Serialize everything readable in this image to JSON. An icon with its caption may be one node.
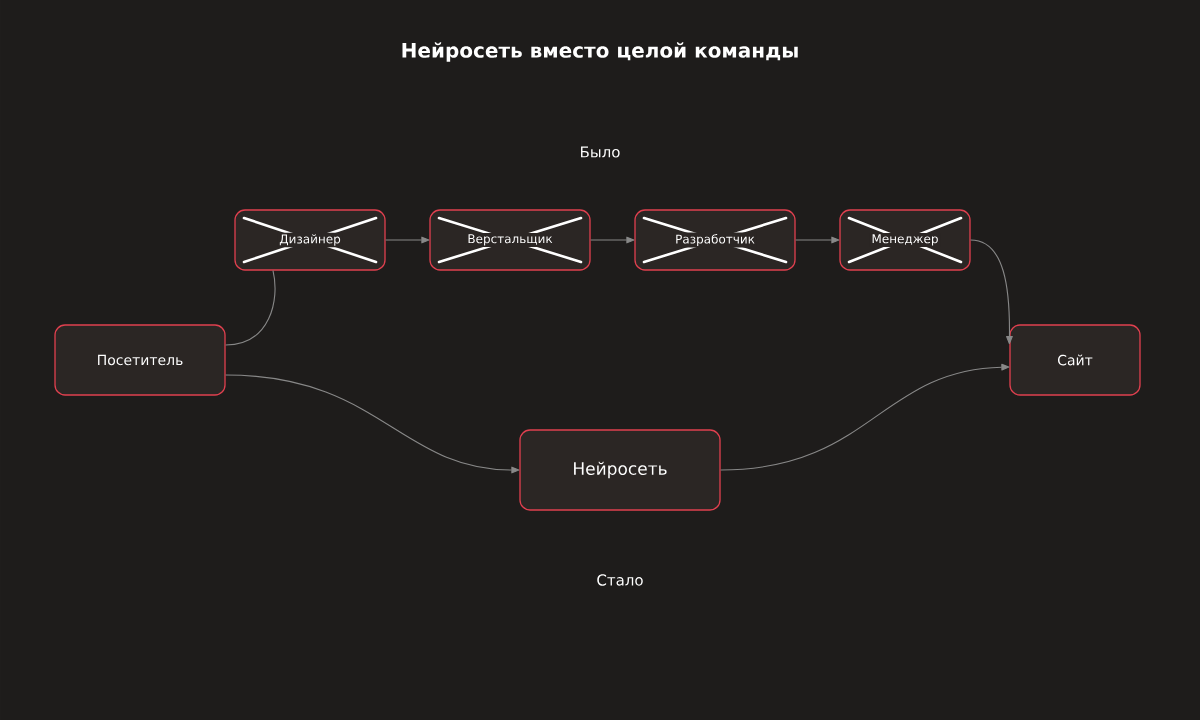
{
  "diagram": {
    "title": "Нейросеть вместо целой команды",
    "nodes": [
      {
        "text": [
          "Посетитель"
        ]
      },
      {
        "text": [
          "Дизайнер"
        ]
      },
      {
        "text": [
          "Верстальщик"
        ]
      },
      {
        "text": [
          "Разработчик"
        ]
      },
      {
        "text": [
          "Менеджер"
        ]
      },
      {
        "text": [
          "Сайт"
        ]
      },
      {
        "text": [
          "Нейросеть"
        ]
      }
    ],
    "edges": [
      {
        "from": 0,
        "to": 1,
        "arrow": "none"
      },
      {
        "from": 1,
        "to": 2,
        "arrow": "to"
      },
      {
        "from": 2,
        "to": 3,
        "arrow": "to"
      },
      {
        "from": 3,
        "to": 4,
        "arrow": "to"
      },
      {
        "from": 4,
        "to": 5,
        "arrow": "to"
      },
      {
        "from": 0,
        "to": 6,
        "arrow": "to"
      },
      {
        "from": 6,
        "to": 5,
        "arrow": "to"
      }
    ],
    "labels": [
      "Было",
      "Стало"
    ]
  }
}
